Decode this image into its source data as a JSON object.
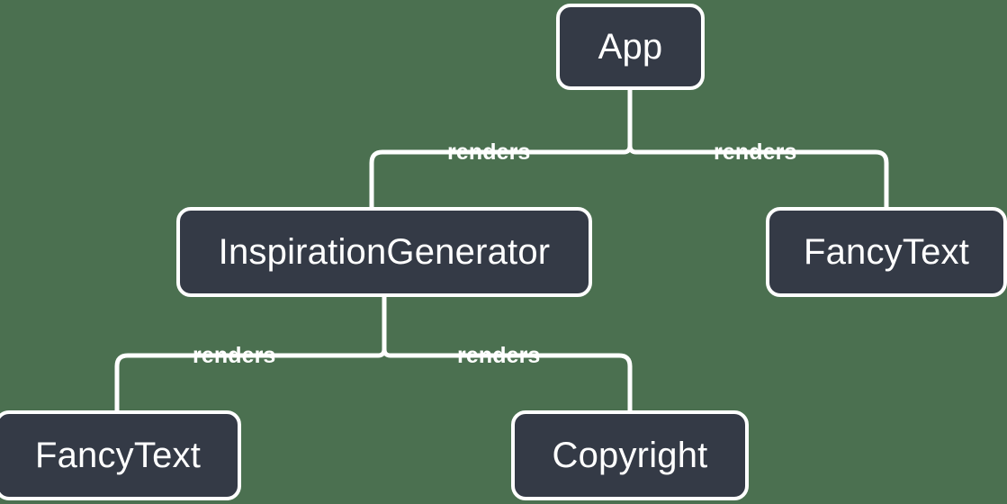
{
  "diagram": {
    "type": "component-render-tree",
    "background_color": "#4b7050",
    "node_fill_color": "#343a46",
    "node_border_color": "#ffffff",
    "text_color": "#ffffff",
    "nodes": [
      {
        "id": "app",
        "label": "App",
        "font_size": 40
      },
      {
        "id": "inspiration-generator",
        "label": "InspirationGenerator",
        "font_size": 40
      },
      {
        "id": "fancytext-right",
        "label": "FancyText",
        "font_size": 40
      },
      {
        "id": "fancytext-bottom",
        "label": "FancyText",
        "font_size": 40
      },
      {
        "id": "copyright",
        "label": "Copyright",
        "font_size": 40
      }
    ],
    "edges": [
      {
        "from": "app",
        "to": "inspiration-generator",
        "label": "renders"
      },
      {
        "from": "app",
        "to": "fancytext-right",
        "label": "renders"
      },
      {
        "from": "inspiration-generator",
        "to": "fancytext-bottom",
        "label": "renders"
      },
      {
        "from": "inspiration-generator",
        "to": "copyright",
        "label": "renders"
      }
    ]
  }
}
